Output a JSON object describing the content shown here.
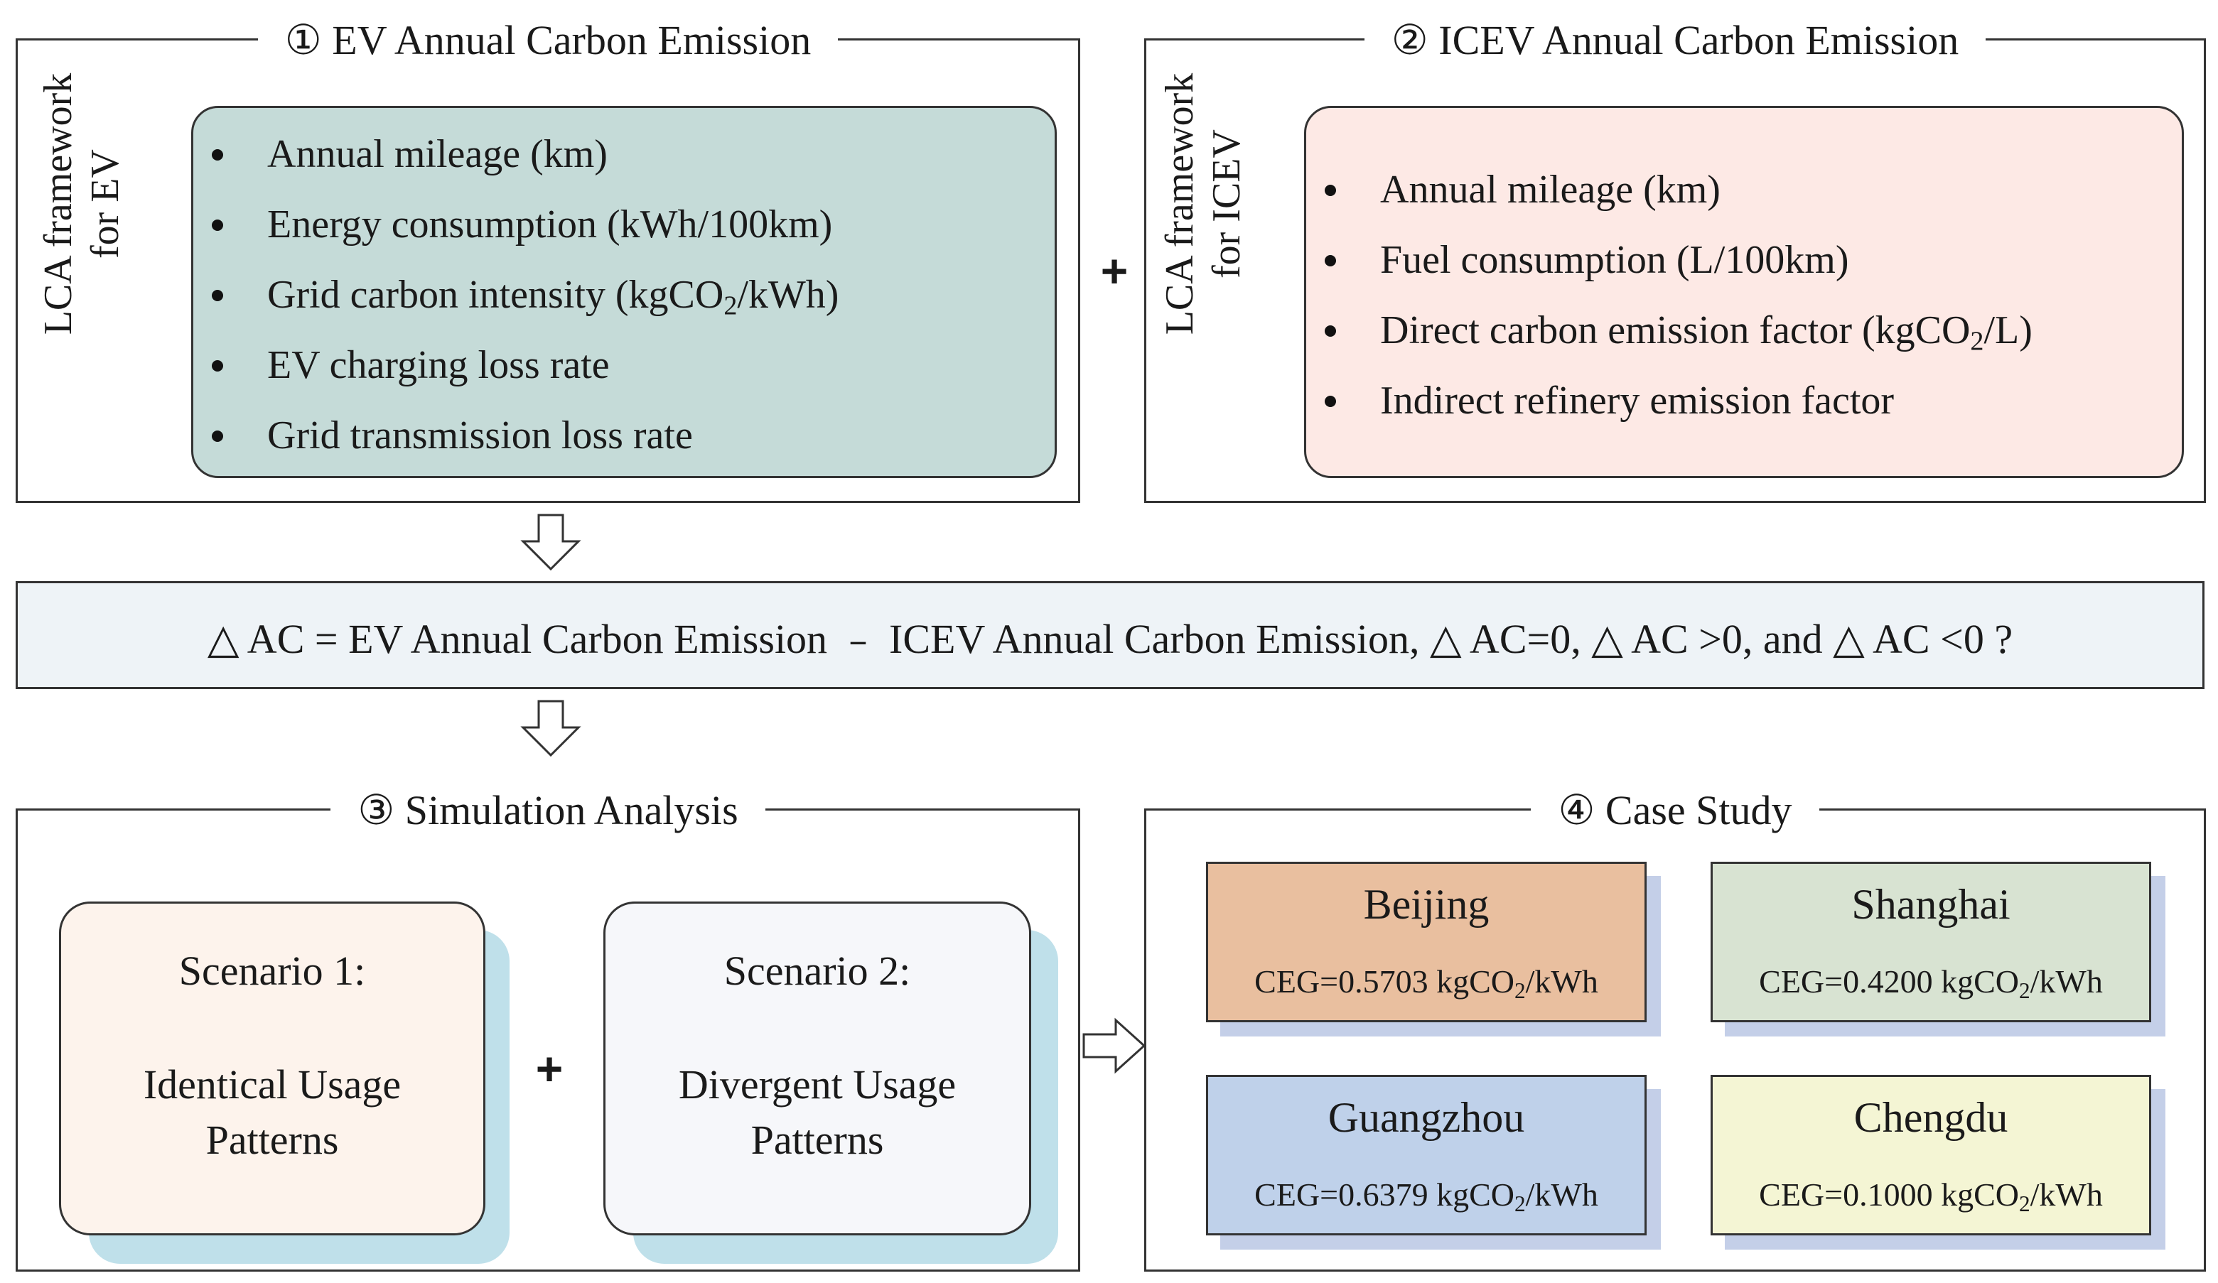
{
  "colors": {
    "ev_panel": "#c5dbd8",
    "icev_panel": "#fde9e5",
    "formula_bg": "#eef3f7",
    "scenario1": "#fdf3ec",
    "scenario2": "#f6f7fa",
    "scenario_shadow": "#bfe0ea",
    "beijing": "#e9bf9f",
    "shanghai": "#d8e3d2",
    "guangzhou": "#bfd1ea",
    "chengdu": "#f4f5d4",
    "city_shadow": "#c4cfe8"
  },
  "ev_section": {
    "title": "① EV Annual Carbon Emission",
    "side_label_line1": "LCA framework",
    "side_label_line2": "for EV",
    "items": [
      {
        "text": "Annual mileage (km)"
      },
      {
        "text": "Energy consumption (kWh/100km)"
      },
      {
        "pre": "Grid carbon intensity (kgCO",
        "sub": "2",
        "post": "/kWh)"
      },
      {
        "text": "EV charging loss rate"
      },
      {
        "text": "Grid transmission loss rate"
      }
    ]
  },
  "plus_symbol": "+",
  "icev_section": {
    "title": "② ICEV Annual Carbon Emission",
    "side_label_line1": "LCA framework",
    "side_label_line2": "for ICEV",
    "items": [
      {
        "text": "Annual mileage (km)"
      },
      {
        "text": "Fuel consumption (L/100km)"
      },
      {
        "pre": "Direct carbon emission factor (kgCO",
        "sub": "2",
        "post": "/L)"
      },
      {
        "text": "Indirect refinery emission factor"
      }
    ]
  },
  "formula": "△ AC = EV Annual Carbon Emission ﹣ ICEV Annual Carbon Emission,   △ AC=0,  △ AC >0, and  △ AC <0 ?",
  "simulation": {
    "title": "③ Simulation Analysis",
    "scenario1": {
      "title": "Scenario 1:",
      "line1": "Identical Usage",
      "line2": "Patterns"
    },
    "scenario2": {
      "title": "Scenario 2:",
      "line1": "Divergent Usage",
      "line2": "Patterns"
    }
  },
  "case_study": {
    "title": "④ Case Study",
    "cities": [
      {
        "name": "Beijing",
        "ceg_pre": "CEG=0.5703 kgCO",
        "ceg_sub": "2",
        "ceg_post": "/kWh"
      },
      {
        "name": "Shanghai",
        "ceg_pre": "CEG=0.4200 kgCO",
        "ceg_sub": "2",
        "ceg_post": "/kWh"
      },
      {
        "name": "Guangzhou",
        "ceg_pre": "CEG=0.6379 kgCO",
        "ceg_sub": "2",
        "ceg_post": "/kWh"
      },
      {
        "name": "Chengdu",
        "ceg_pre": "CEG=0.1000 kgCO",
        "ceg_sub": "2",
        "ceg_post": "/kWh"
      }
    ]
  }
}
